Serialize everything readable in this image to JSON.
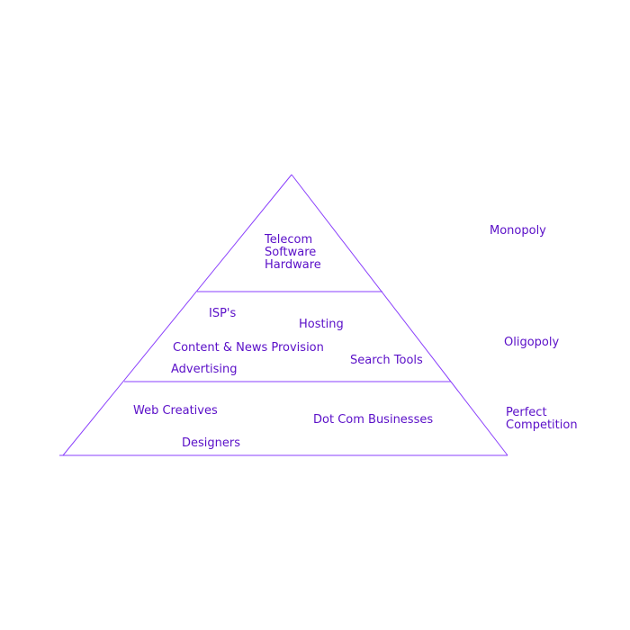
{
  "diagram": {
    "type": "pyramid",
    "colors": {
      "line": "#8a3ffc",
      "text": "#5a0fc8",
      "background": "#ffffff"
    },
    "tiers": [
      {
        "id": "top",
        "market_type": "Monopoly",
        "items": [
          "Telecom",
          "Software",
          "Hardware"
        ]
      },
      {
        "id": "middle",
        "market_type": "Oligopoly",
        "items": [
          "ISP's",
          "Hosting",
          "Content & News Provision",
          "Search Tools",
          "Advertising"
        ]
      },
      {
        "id": "bottom",
        "market_type_lines": [
          "Perfect",
          "Competition"
        ],
        "items": [
          "Web Creatives",
          "Dot Com Businesses",
          "Designers"
        ]
      }
    ]
  }
}
